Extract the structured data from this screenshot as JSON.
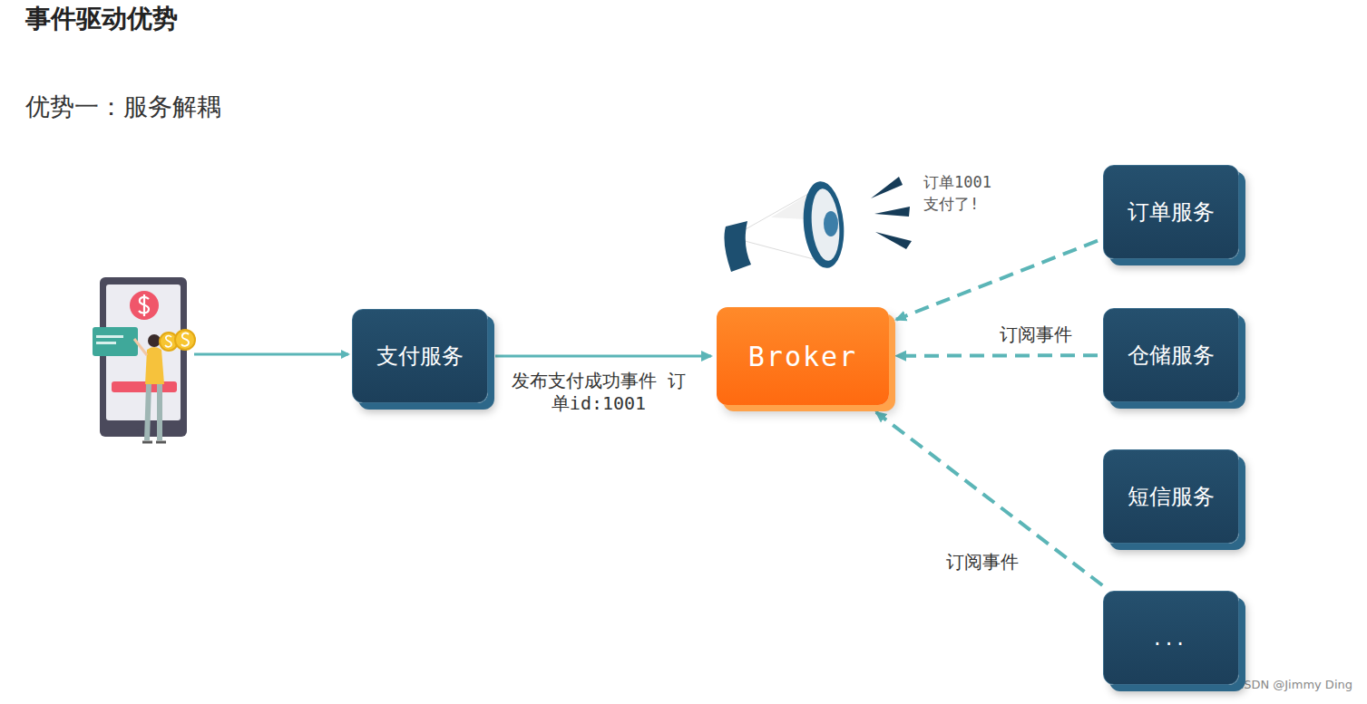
{
  "diagram": {
    "title": "事件驱动优势",
    "nodes": [
      {
        "text": [
          "支付服务"
        ]
      },
      {
        "text": [
          "Broker"
        ]
      },
      {
        "text": [
          "订单服务"
        ]
      },
      {
        "text": [
          "仓储服务"
        ]
      },
      {
        "text": [
          "短信服务"
        ]
      },
      {
        "text": [
          "..."
        ]
      }
    ],
    "edges": [
      {
        "from": 0,
        "to": 1,
        "arrow": "to",
        "label": "发布支付成功事件 订单id:1001"
      },
      {
        "from": 2,
        "to": 1,
        "arrow": "to"
      },
      {
        "from": 3,
        "to": 1,
        "arrow": "to",
        "label": "订阅事件"
      },
      {
        "from": 5,
        "to": 1,
        "arrow": "to",
        "label": "订阅事件"
      }
    ],
    "labels": [
      "优势一：服务解耦",
      "订单1001 支付了!",
      "CSDN @Jimmy Ding"
    ]
  }
}
